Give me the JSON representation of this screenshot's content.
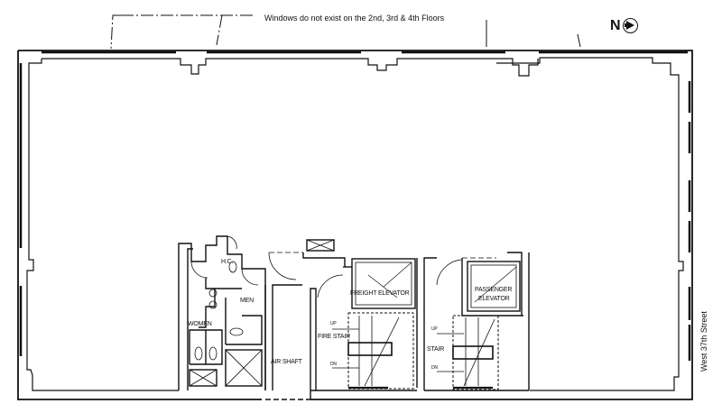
{
  "plan": {
    "note": "Windows do not exist on the 2nd, 3rd & 4th Floors",
    "north_label": "N",
    "north_icon": "north-arrow-icon",
    "street": "West 37th Street",
    "rooms": {
      "hc": "H.C.",
      "men": "MEN",
      "women": "WOMEN",
      "air_shaft": "AIR SHAFT",
      "freight_elevator": "FREIGHT ELEVATOR",
      "fire_stair": "FIRE STAIR",
      "passenger_elevator_1": "PASSENGER",
      "passenger_elevator_2": "ELEVATOR",
      "stair": "STAIR",
      "fire_stair_up": "UP",
      "fire_stair_dn": "DN",
      "stair_up": "UP",
      "stair_dn": "DN"
    },
    "colors": {
      "line": "#111111",
      "background": "#ffffff"
    }
  }
}
